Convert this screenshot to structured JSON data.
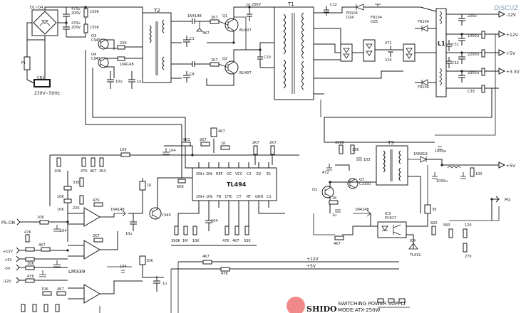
{
  "labels": {
    "d_bridge": "D1~D4",
    "fuse": "F1",
    "ac_in": "230V~50Hz",
    "cn1": "CN1",
    "c_470_1": "470u",
    "c_470_2": "470u",
    "v200_1": "200V",
    "v200_2": "200V",
    "r_150k_1": "150K",
    "r_150k_2": "150K",
    "q3": "Q3",
    "q4": "Q4",
    "c945_1": "C945",
    "c945_2": "C945",
    "d_1n4148_1": "1N4148",
    "t2": "T2",
    "t1": "T1",
    "l1": "L1",
    "t3": "T3",
    "q1": "Q1",
    "q2": "Q2",
    "bu407": "BU407",
    "c1": "C1",
    "c8": "C8",
    "c10": "C10",
    "fr104": "FR104",
    "c12": "C12",
    "v_1n": "1n 250V",
    "d24": "D24",
    "d25": "D25",
    "out_m12": "-12V",
    "out_p12": "+12V",
    "out_p5": "+5V",
    "out_p33": "+3.3V",
    "c31": "C31",
    "c32": "C32",
    "c33": "C33",
    "d_fr104b": "FR104",
    "tl494": "TL494",
    "tl_pin1": "1IN+",
    "tl_pin2": "1IN-",
    "tl_pin3": "FB",
    "tl_pin4": "DTC",
    "tl_pin5": "CT",
    "tl_pin6": "RT",
    "tl_pin7": "GND",
    "tl_pin8": "C1",
    "tl_pin9": "E1",
    "tl_pin10": "E2",
    "tl_pin11": "C2",
    "tl_pin12": "VCC",
    "tl_pin13": "OC",
    "tl_pin14": "REF",
    "tl_pin15": "2IN-",
    "tl_pin16": "2IN+",
    "lm339": "LM339",
    "ps_on": "PS-ON",
    "pg": "PG",
    "in_p12": "+12V",
    "in_p5": "+5V",
    "in_m5": "-5V",
    "in_m12": "-12V",
    "bus_p12": "+12V",
    "bus_p5": "+5V",
    "out_5vsb": "+5V",
    "r_1k": "1K",
    "r_4k7": "4K7",
    "r_10k": "10K",
    "r_47k": "47K",
    "r_22k": "22K",
    "r_100": "100",
    "r_3k3": "3K3",
    "r_2k7": "2K7",
    "r_5k1": "5K1",
    "c_10u": "10u",
    "c_1u": "1u",
    "c_104": "104",
    "c_103": "103",
    "c_472": "472",
    "c_220u": "220u",
    "c_1000u": "1000u",
    "c_3300u": "3300u",
    "c_2200u": "2200u",
    "ic3": "IC3",
    "ic4": "IC4",
    "pc817": "PC817",
    "tl431": "TL431",
    "q7": "Q7",
    "c3150": "C3150",
    "d_1n5819": "1N5819",
    "r_39": "39",
    "r_820": "820",
    "r_560": "560",
    "r_120": "120",
    "r_270": "270",
    "r_6k8": "6K8",
    "r_33k": "33K",
    "r_390k": "390K",
    "r_1m": "1M",
    "brand": "SHIDO",
    "title_line1": "SWITCHING POWER SUPPLY",
    "title_line2": "MODE:ATX-250W",
    "watermark": "DISCUZ"
  }
}
